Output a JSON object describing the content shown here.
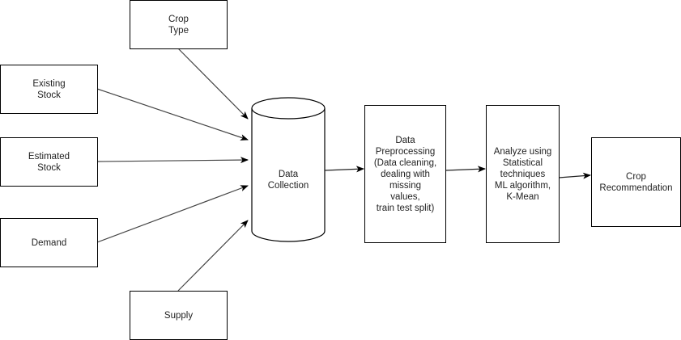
{
  "diagram": {
    "inputs": {
      "crop_type": "Crop\nType",
      "existing_stock": "Existing\nStock",
      "estimated_stock": "Estimated\nStock",
      "demand": "Demand",
      "supply": "Supply"
    },
    "data_collection": "Data\nCollection",
    "data_preprocessing": "Data\nPreprocessing\n(Data cleaning,\ndealing with\nmissing\nvalues,\ntrain test split)",
    "analyze": "Analyze using\nStatistical\ntechniques\nML algorithm,\nK-Mean",
    "crop_recommendation": "Crop\nRecommendation",
    "edges": [
      {
        "from": "crop_type",
        "to": "data_collection"
      },
      {
        "from": "existing_stock",
        "to": "data_collection"
      },
      {
        "from": "estimated_stock",
        "to": "data_collection"
      },
      {
        "from": "demand",
        "to": "data_collection"
      },
      {
        "from": "supply",
        "to": "data_collection"
      },
      {
        "from": "data_collection",
        "to": "data_preprocessing"
      },
      {
        "from": "data_preprocessing",
        "to": "analyze"
      },
      {
        "from": "analyze",
        "to": "crop_recommendation"
      }
    ]
  }
}
